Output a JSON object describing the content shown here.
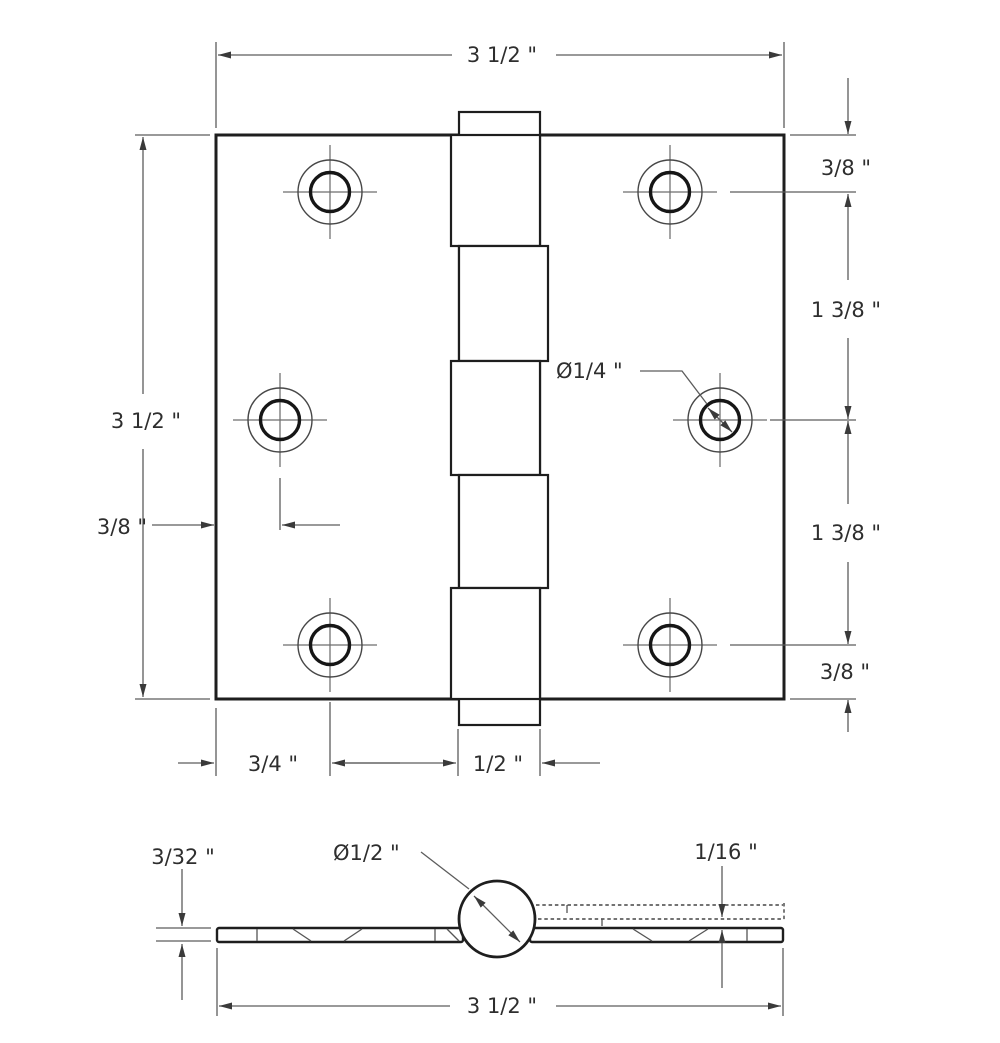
{
  "drawing_type": "butt hinge dimension drawing",
  "top_view": {
    "dims": {
      "overall_width": "3 1/2 \"",
      "top_edge_to_first_hole": "3/8 \"",
      "first_to_second_hole": "1 3/8 \"",
      "hole_diameter": "Ø1/4 \"",
      "overall_height": "3 1/2 \"",
      "edge_to_middle_hole": "3/8 \"",
      "second_to_third_hole": "1 3/8 \"",
      "third_hole_to_bottom_edge": "3/8 \"",
      "edge_to_hole_column": "3/4 \"",
      "knuckle_width": "1/2 \""
    }
  },
  "side_view": {
    "dims": {
      "leaf_thickness": "3/32 \"",
      "barrel_diameter": "Ø1/2 \"",
      "leaf_offset": "1/16 \"",
      "overall_length": "3 1/2 \""
    }
  },
  "colors": {
    "background": "#ffffff",
    "object_line": "#1e1e1e",
    "dimension_line": "#5c5c5c",
    "text": "#2e2e2e"
  }
}
